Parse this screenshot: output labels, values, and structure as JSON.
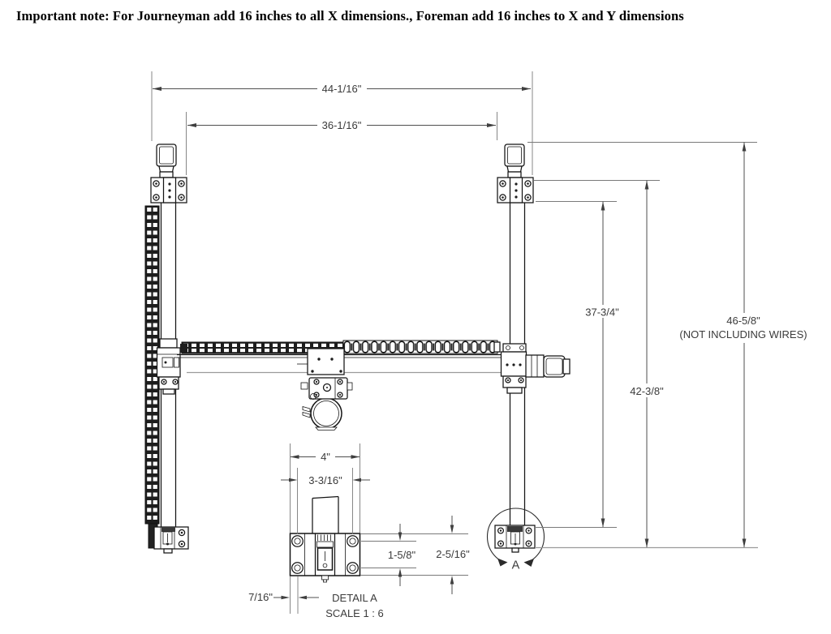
{
  "note": "Important note: For Journeyman add 16 inches to all X dimensions., Foreman add 16 inches to X and Y dimensions",
  "dimensions": {
    "overall_width": "44-1/16\"",
    "inner_width": "36-1/16\"",
    "height_inner": "37-3/4\"",
    "height_middle": "42-3/8\"",
    "height_outer": "46-5/8\"",
    "height_outer_note": "(NOT INCLUDING WIRES)"
  },
  "detail_a": {
    "callout": "A",
    "title": "DETAIL A",
    "scale": "SCALE 1 : 6",
    "width_outer": "4\"",
    "width_inner": "3-3/16\"",
    "height_inner": "1-5/8\"",
    "height_outer": "2-5/16\"",
    "offset": "7/16\""
  },
  "colors": {
    "background": "#ffffff",
    "machine_line": "#151515",
    "dimension_line": "#4f4f4f",
    "dimension_text": "#3b3b3b",
    "light_line": "#9b9b9b"
  }
}
